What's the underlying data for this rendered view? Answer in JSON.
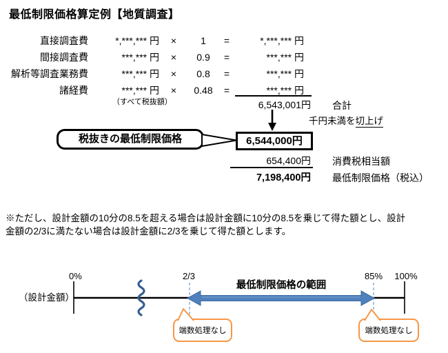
{
  "title": "最低制限価格算定例【地質調査】",
  "calc": {
    "rows": [
      {
        "label": "直接調査費",
        "amount": "*,***,*** 円",
        "times": "×",
        "factor": "1",
        "equals": "=",
        "result": "*,***,*** 円"
      },
      {
        "label": "間接調査費",
        "amount": "***,*** 円",
        "times": "×",
        "factor": "0.9",
        "equals": "=",
        "result": "***,*** 円"
      },
      {
        "label": "解析等調査業務費",
        "amount": "***,*** 円",
        "times": "×",
        "factor": "0.8",
        "equals": "=",
        "result": "***,*** 円"
      },
      {
        "label": "諸経費",
        "amount": "***,*** 円",
        "times": "×",
        "factor": "0.48",
        "equals": "=",
        "result": "***,*** 円"
      }
    ],
    "tax_note": "（すべて税抜額）"
  },
  "summary": {
    "subtotal": "6,543,001円",
    "subtotal_label": "合計",
    "rounding_prefix": "千円未満を",
    "rounding_underlined": "切上げ",
    "rounded_value": "6,544,000円",
    "rounded_callout": "税抜きの最低制限価格",
    "tax_value": "654,400円",
    "tax_label": "消費税相当額",
    "total_value": "7,198,400円",
    "total_label": "最低制限価格（税込）"
  },
  "note_paragraph": {
    "line1": "※ただし、設計金額の10分の8.5を超える場合は設計金額に10分の8.5を乗じて得た額とし、設計",
    "line2": "金額の2/3に満たない場合は設計金額に2/3を乗じて得た額とします。"
  },
  "diagram": {
    "axis_label": "（設計金額）",
    "tick_0": "0%",
    "tick_two_thirds": "2/3",
    "tick_85": "85%",
    "tick_100": "100%",
    "range_label": "最低制限価格の範囲",
    "callout_left": "端数処理なし",
    "callout_right": "端数処理なし",
    "colors": {
      "range_arrow": "#4f81bd",
      "range_arrow_border": "#3c689f",
      "break_squiggle": "#365f91",
      "dashed_guide": "#8eb4e3",
      "callout_border": "#f79646",
      "axis_line": "#000000"
    }
  }
}
